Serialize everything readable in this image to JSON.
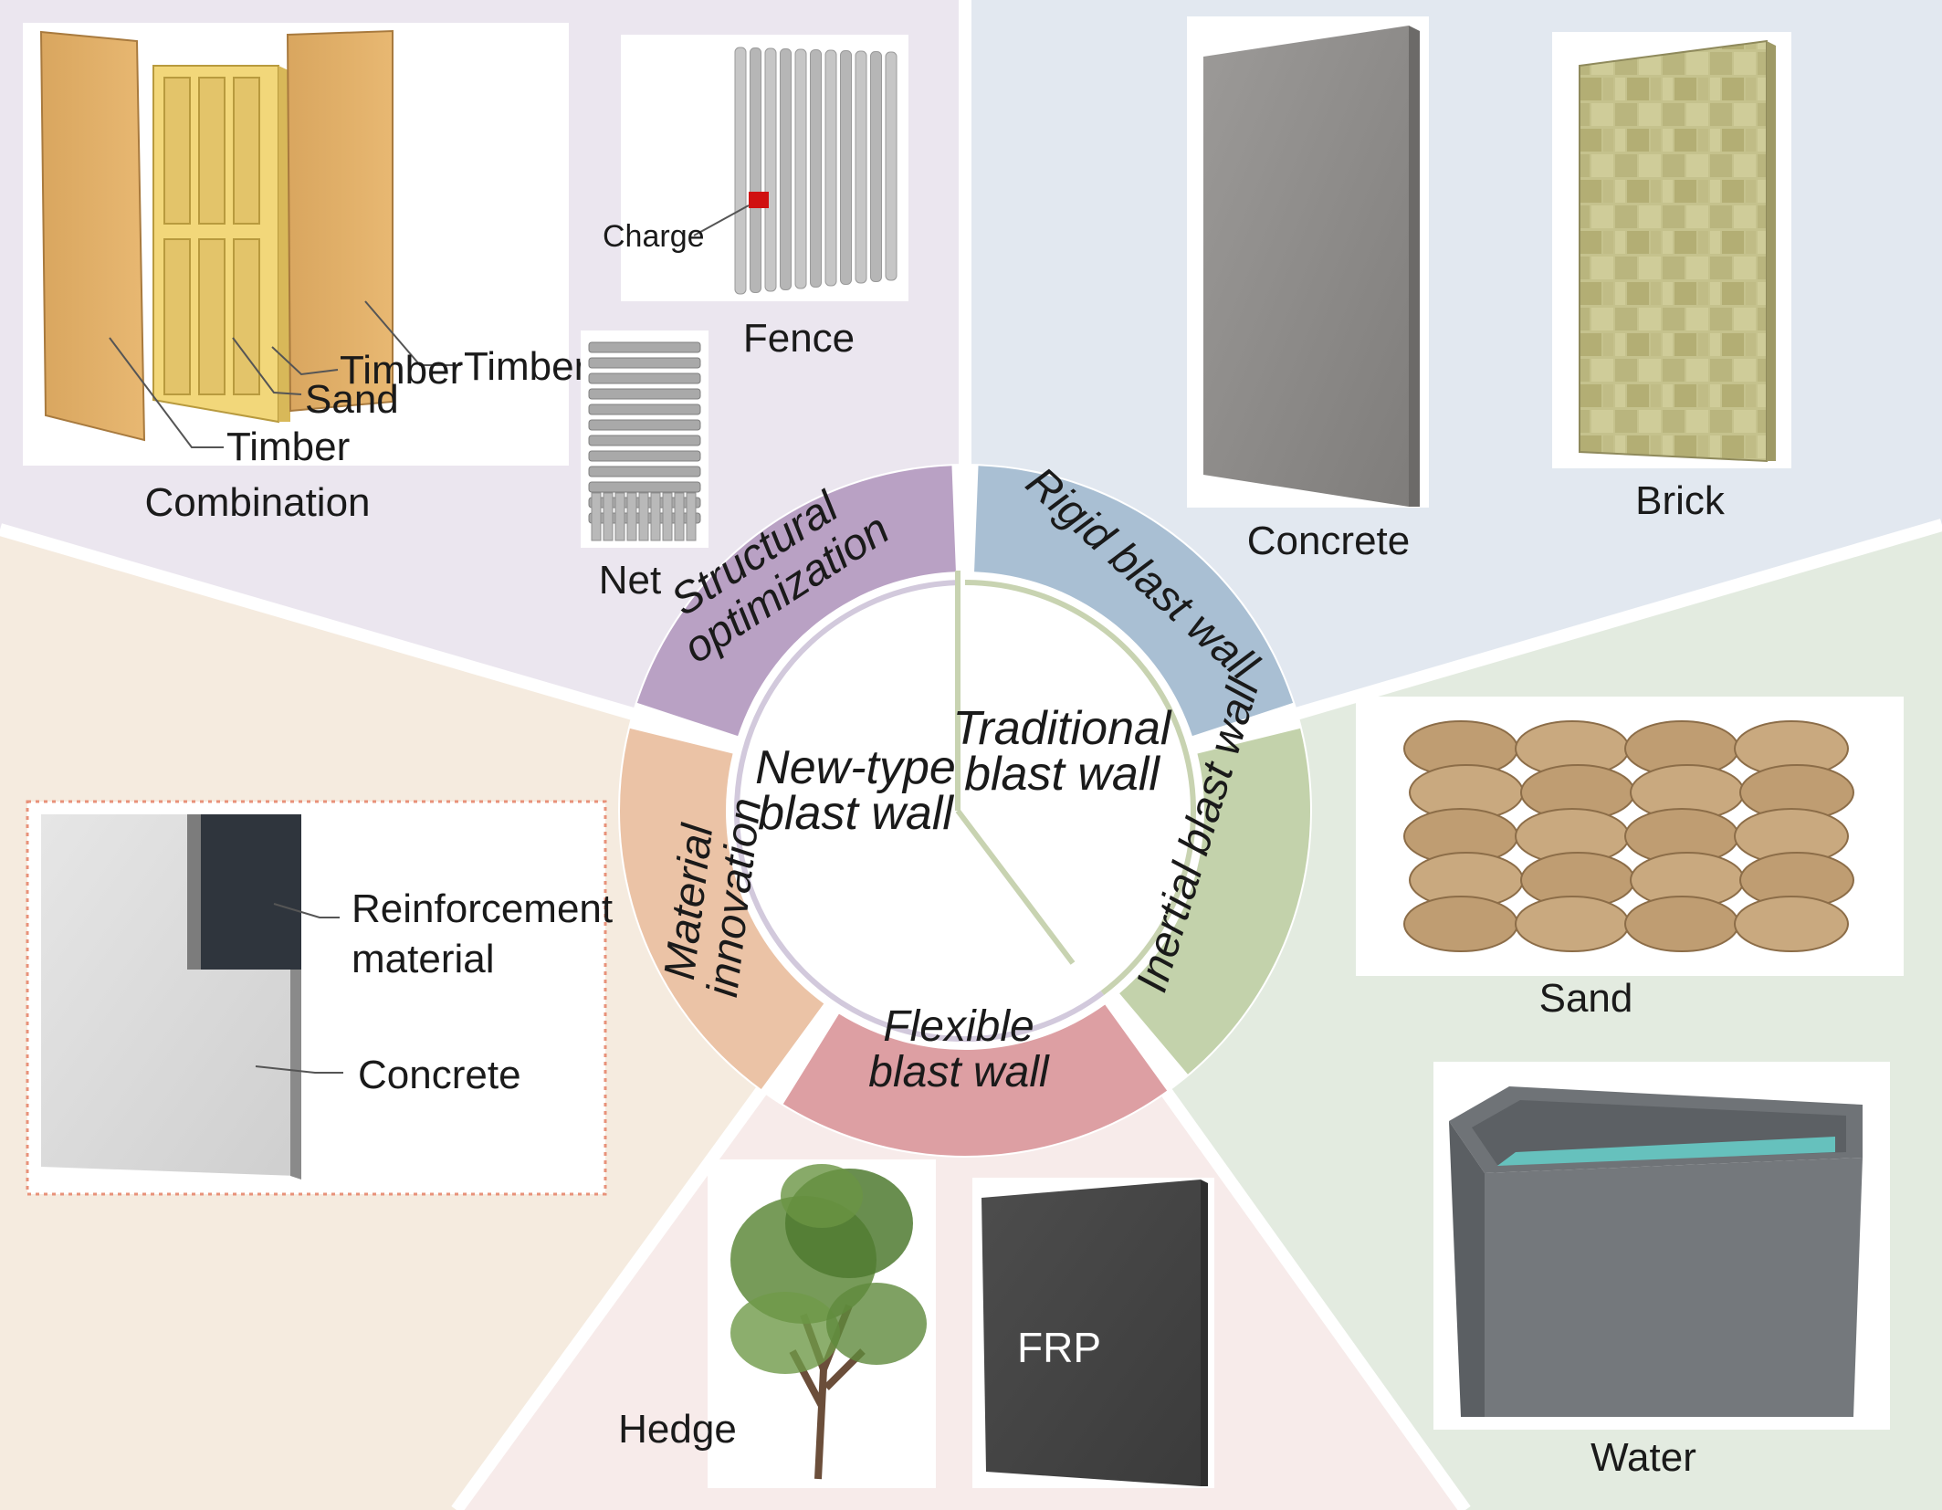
{
  "center": {
    "new_type_line1": "New-type",
    "new_type_line2": "blast wall",
    "traditional_line1": "Traditional",
    "traditional_line2": "blast wall"
  },
  "ring_segments": {
    "structural_line1": "Structural",
    "structural_line2": "optimization",
    "rigid": "Rigid blast wall",
    "inertial": "Inertial blast wall",
    "flexible_line1": "Flexible",
    "flexible_line2": "blast wall",
    "material_line1": "Material",
    "material_line2": "innovation"
  },
  "examples": {
    "combination": {
      "title": "Combination",
      "timber_a": "Timber",
      "timber_b": "Timber",
      "timber_c": "Timber",
      "sand": "Sand"
    },
    "fence": {
      "title": "Fence",
      "charge": "Charge"
    },
    "net": {
      "title": "Net"
    },
    "concrete": {
      "title": "Concrete"
    },
    "brick": {
      "title": "Brick"
    },
    "sand": {
      "title": "Sand"
    },
    "water": {
      "title": "Water"
    },
    "hedge": {
      "title": "Hedge"
    },
    "frp": {
      "title": "FRP"
    },
    "reinforced": {
      "reinforcement_line1": "Reinforcement",
      "reinforcement_line2": "material",
      "concrete": "Concrete"
    }
  },
  "colors": {
    "sector_structural_bg": "#ebe6ef",
    "sector_rigid_bg": "#e2e8f0",
    "sector_inertial_bg": "#e3ebe0",
    "sector_flexible_bg": "#f7ebea",
    "sector_material_bg": "#f5ebdf",
    "ring_structural": "#b9a1c4",
    "ring_rigid": "#a9bfd3",
    "ring_inertial": "#c3d2ab",
    "ring_flexible": "#dd9fa3",
    "ring_material": "#ebc3a6"
  }
}
